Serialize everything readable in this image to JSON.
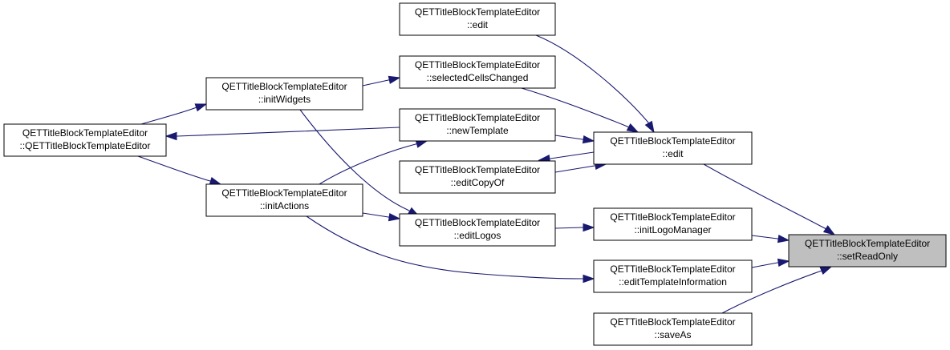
{
  "nodes": [
    {
      "id": "n_ctor",
      "line1": "QETTitleBlockTemplateEditor",
      "line2": "::QETTitleBlockTemplateEditor"
    },
    {
      "id": "n_initWidgets",
      "line1": "QETTitleBlockTemplateEditor",
      "line2": "::initWidgets"
    },
    {
      "id": "n_initActions",
      "line1": "QETTitleBlockTemplateEditor",
      "line2": "::initActions"
    },
    {
      "id": "n_edit1",
      "line1": "QETTitleBlockTemplateEditor",
      "line2": "::edit"
    },
    {
      "id": "n_selectedCellsChanged",
      "line1": "QETTitleBlockTemplateEditor",
      "line2": "::selectedCellsChanged"
    },
    {
      "id": "n_newTemplate",
      "line1": "QETTitleBlockTemplateEditor",
      "line2": "::newTemplate"
    },
    {
      "id": "n_editCopyOf",
      "line1": "QETTitleBlockTemplateEditor",
      "line2": "::editCopyOf"
    },
    {
      "id": "n_editLogos",
      "line1": "QETTitleBlockTemplateEditor",
      "line2": "::editLogos"
    },
    {
      "id": "n_edit2",
      "line1": "QETTitleBlockTemplateEditor",
      "line2": "::edit"
    },
    {
      "id": "n_initLogoManager",
      "line1": "QETTitleBlockTemplateEditor",
      "line2": "::initLogoManager"
    },
    {
      "id": "n_editTemplateInformation",
      "line1": "QETTitleBlockTemplateEditor",
      "line2": "::editTemplateInformation"
    },
    {
      "id": "n_saveAs",
      "line1": "QETTitleBlockTemplateEditor",
      "line2": "::saveAs"
    },
    {
      "id": "n_setReadOnly",
      "line1": "QETTitleBlockTemplateEditor",
      "line2": "::setReadOnly"
    }
  ],
  "edges": [
    {
      "from": "n_initWidgets",
      "to": "n_selectedCellsChanged"
    },
    {
      "from": "n_initWidgets",
      "to": "n_editLogos"
    },
    {
      "from": "n_ctor",
      "to": "n_initWidgets"
    },
    {
      "from": "n_ctor",
      "to": "n_initActions"
    },
    {
      "from": "n_newTemplate",
      "to": "n_ctor"
    },
    {
      "from": "n_initActions",
      "to": "n_newTemplate"
    },
    {
      "from": "n_initActions",
      "to": "n_editLogos"
    },
    {
      "from": "n_initActions",
      "to": "n_editTemplateInformation"
    },
    {
      "from": "n_edit1",
      "to": "n_edit2"
    },
    {
      "from": "n_selectedCellsChanged",
      "to": "n_edit2"
    },
    {
      "from": "n_newTemplate",
      "to": "n_edit2"
    },
    {
      "from": "n_edit2",
      "to": "n_editCopyOf"
    },
    {
      "from": "n_editCopyOf",
      "to": "n_edit2"
    },
    {
      "from": "n_editLogos",
      "to": "n_initLogoManager"
    },
    {
      "from": "n_edit2",
      "to": "n_setReadOnly"
    },
    {
      "from": "n_initLogoManager",
      "to": "n_setReadOnly"
    },
    {
      "from": "n_editTemplateInformation",
      "to": "n_setReadOnly"
    },
    {
      "from": "n_saveAs",
      "to": "n_setReadOnly"
    }
  ],
  "colors": {
    "edge": "#191970",
    "node_border": "#000000",
    "node_fill": "#ffffff",
    "highlight_fill": "#bfbfbf"
  }
}
